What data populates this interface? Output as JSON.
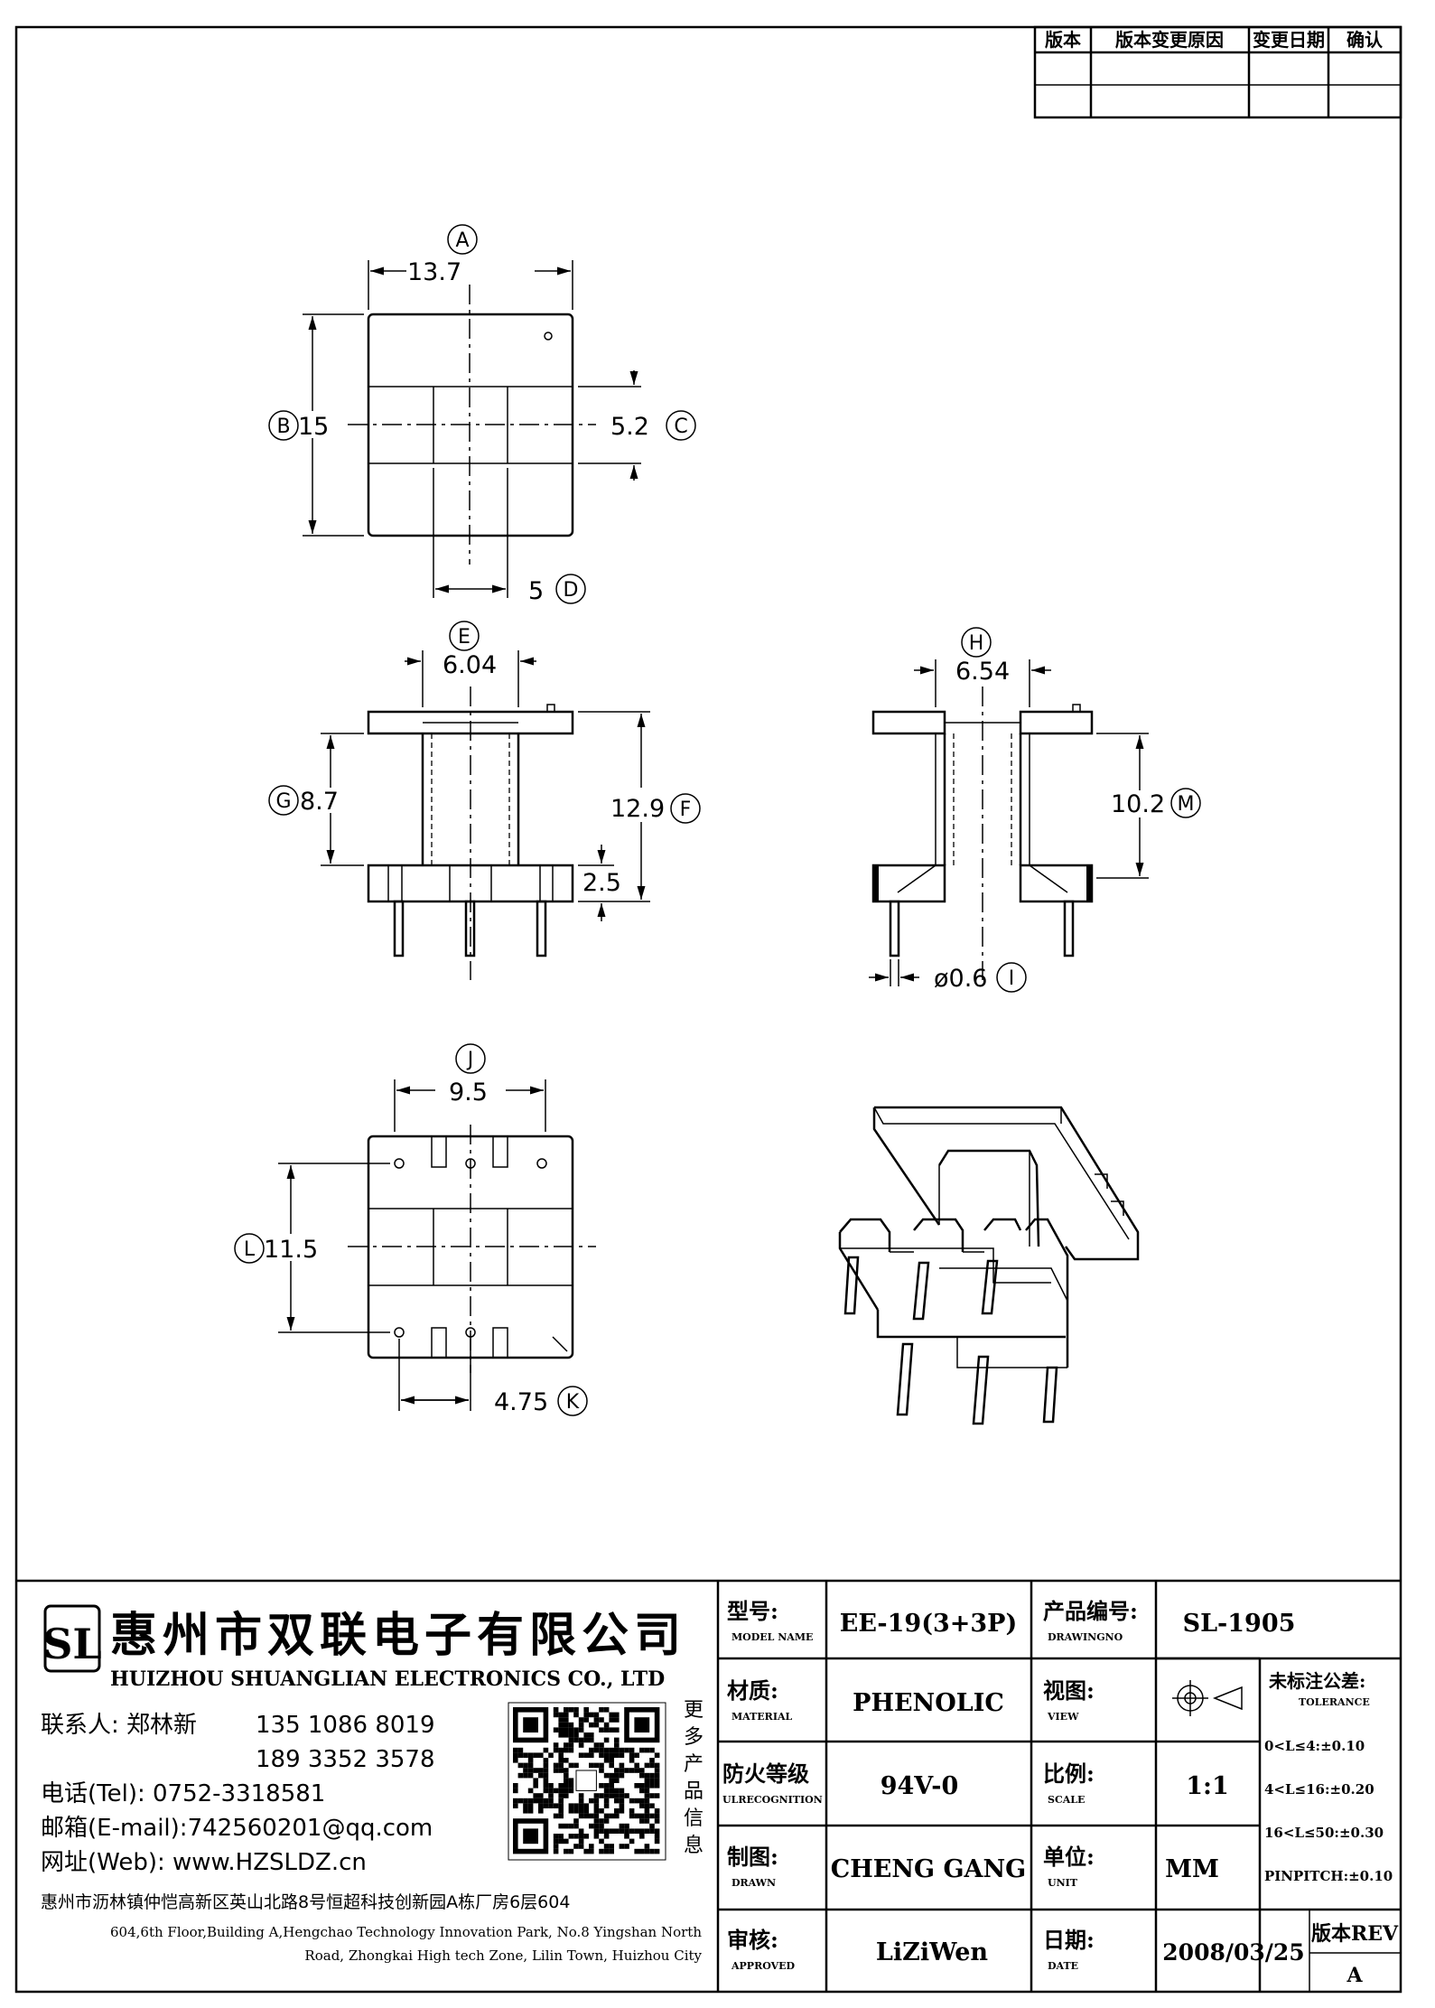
{
  "revision_table": {
    "headers": [
      "版本",
      "版本变更原因",
      "变更日期",
      "确认"
    ],
    "row": [
      "",
      "",
      "",
      ""
    ]
  },
  "dimensions": {
    "A": {
      "tag": "A",
      "value": "13.7"
    },
    "B": {
      "tag": "B",
      "value": "15"
    },
    "C": {
      "tag": "C",
      "value": "5.2"
    },
    "D": {
      "tag": "D",
      "value": "5"
    },
    "E": {
      "tag": "E",
      "value": "6.04"
    },
    "F": {
      "tag": "F",
      "value": "12.9"
    },
    "G": {
      "tag": "G",
      "value": "8.7"
    },
    "H": {
      "tag": "H",
      "value": "6.54"
    },
    "I": {
      "tag": "I",
      "value": "ø0.6"
    },
    "J": {
      "tag": "J",
      "value": "9.5"
    },
    "K": {
      "tag": "K",
      "value": "4.75"
    },
    "L": {
      "tag": "L",
      "value": "11.5"
    },
    "M": {
      "tag": "M",
      "value": "10.2"
    },
    "flange": {
      "value": "2.5"
    }
  },
  "company": {
    "logo_text": "SL",
    "name_cn": "惠州市双联电子有限公司",
    "name_en": "HUIZHOU SHUANGLIAN ELECTRONICS CO., LTD",
    "contact_label": "联系人: 郑林新",
    "phone1": "135 1086 8019",
    "phone2": "189 3352 3578",
    "tel": "电话(Tel): 0752-3318581",
    "email": "邮箱(E-mail):742560201@qq.com",
    "web": "网址(Web): www.HZSLDZ.cn",
    "address_cn": "惠州市沥林镇仲恺高新区英山北路8号恒超科技创新园A栋厂房6层604",
    "address_en_1": "604,6th Floor,Building A,Hengchao Technology Innovation Park, No.8 Yingshan North",
    "address_en_2": "Road, Zhongkai High tech Zone, Lilin Town, Huizhou City",
    "more_info": [
      "更",
      "多",
      "产",
      "品",
      "信",
      "息"
    ]
  },
  "title_block": {
    "model": {
      "label": "型号:",
      "sub": "MODEL NAME",
      "value": "EE-19(3+3P)"
    },
    "drawing_no": {
      "label": "产品编号:",
      "sub": "DRAWINGNO",
      "value": "SL-1905"
    },
    "material": {
      "label": "材质:",
      "sub": "MATERIAL",
      "value": "PHENOLIC"
    },
    "view": {
      "label": "视图:",
      "sub": "VIEW"
    },
    "flame": {
      "label": "防火等级",
      "sub": "ULRECOGNITION",
      "value": "94V-0"
    },
    "scale": {
      "label": "比例:",
      "sub": "SCALE",
      "value": "1:1"
    },
    "drawn": {
      "label": "制图:",
      "sub": "DRAWN",
      "value": "CHENG GANG"
    },
    "unit": {
      "label": "单位:",
      "sub": "UNIT",
      "value": "MM"
    },
    "approved": {
      "label": "审核:",
      "sub": "APPROVED",
      "value": "LiZiWen"
    },
    "date": {
      "label": "日期:",
      "sub": "DATE",
      "value": "2008/03/25"
    },
    "tolerance": {
      "label": "未标注公差:",
      "sub": "TOLERANCE",
      "lines": [
        "0<L≤4:±0.10",
        "4<L≤16:±0.20",
        "16<L≤50:±0.30",
        "PINPITCH:±0.10"
      ]
    },
    "rev": {
      "label": "版本REV",
      "value": "A"
    }
  }
}
